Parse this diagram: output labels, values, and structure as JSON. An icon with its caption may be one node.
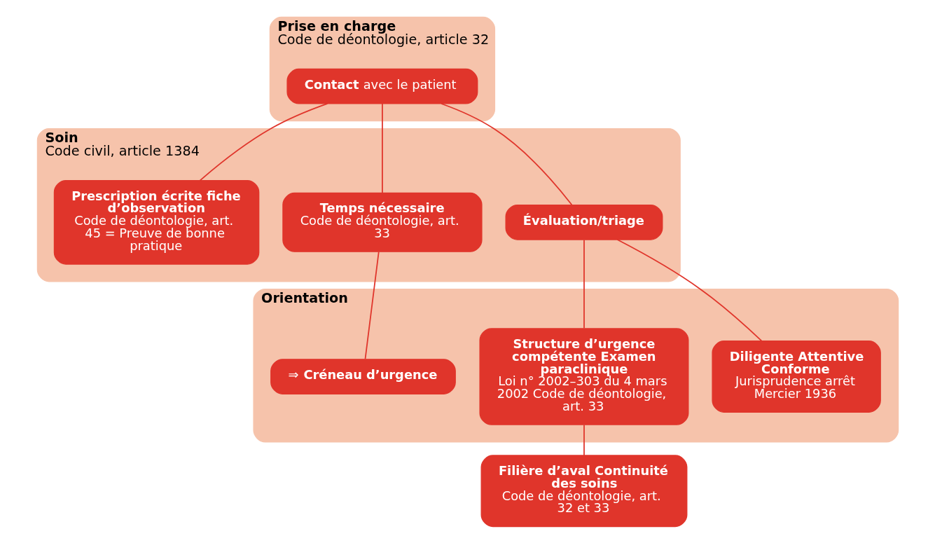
{
  "diagram": {
    "nodes": [
      {
        "text": [
          "Prise en charge",
          "Code de déontologie, article 32"
        ]
      },
      {
        "text": [
          "**Contact** avec le patient"
        ],
        "in": 0
      },
      {
        "text": [
          "Soin",
          "Code civil, article 1384"
        ]
      },
      {
        "text": [
          "Évaluation/triage"
        ],
        "in": 2
      },
      {
        "text": [
          "Temps nécessaire",
          "Code de déontologie, art. 33"
        ],
        "in": 2
      },
      {
        "text": [
          "Prescription écrite fiche d’observation",
          "Code de déontologie, art. 45 = Preuve de bonne pratique"
        ],
        "in": 2
      },
      {
        "text": [
          "Orientation"
        ]
      },
      {
        "text": [
          "Diligente Attentive Conforme",
          "Jurisprudence arrêt Mercier 1936"
        ],
        "in": 6
      },
      {
        "text": [
          "Structure d’urgence compétente Examen paraclinique",
          "Loi n° 2002–303 du 4 mars 2002 Code de déontologie, art. 33"
        ],
        "in": 6
      },
      {
        "text": [
          "⇒ **Créneau d’urgence**"
        ],
        "in": 6
      },
      {
        "text": [
          "Filière d’aval Continuité des soins",
          "Code de déontologie, art. 32 et 33"
        ]
      }
    ],
    "edges": [
      {
        "from": 1,
        "to": 3,
        "arrow": "none"
      },
      {
        "from": 1,
        "to": 4,
        "arrow": "none"
      },
      {
        "from": 1,
        "to": 5,
        "arrow": "none"
      },
      {
        "from": 3,
        "to": 7,
        "arrow": "none"
      },
      {
        "from": 3,
        "to": 8,
        "arrow": "none"
      },
      {
        "from": 4,
        "to": 9,
        "arrow": "none"
      },
      {
        "from": 8,
        "to": 10,
        "arrow": "none"
      }
    ]
  }
}
